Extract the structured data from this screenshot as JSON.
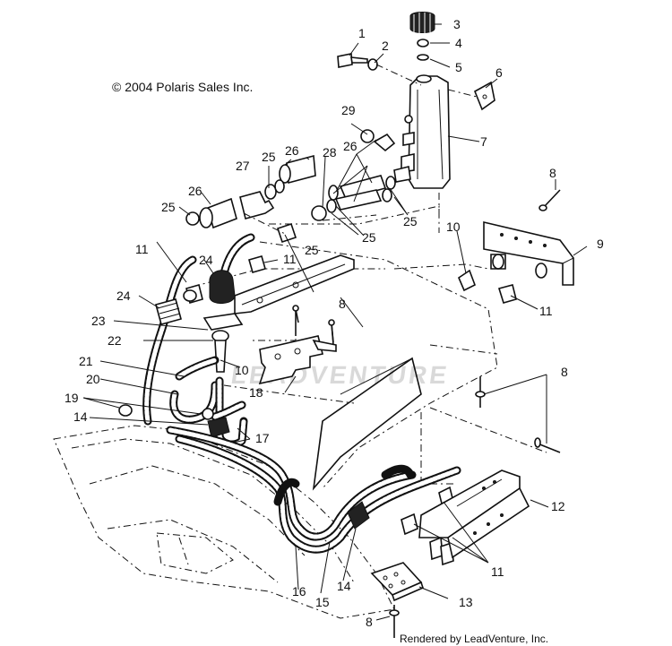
{
  "copyright": "© 2004 Polaris Sales Inc.",
  "rendered_by": "Rendered by LeadVenture, Inc.",
  "watermark": "LEADVENTURE",
  "callouts": {
    "c1": "1",
    "c2": "2",
    "c3": "3",
    "c4": "4",
    "c5": "5",
    "c6": "6",
    "c7": "7",
    "c8a": "8",
    "c8b": "8",
    "c8c": "8",
    "c8d": "8",
    "c9": "9",
    "c10a": "10",
    "c10b": "10",
    "c11a": "11",
    "c11b": "11",
    "c11c": "11",
    "c11d": "11",
    "c12": "12",
    "c13": "13",
    "c14a": "14",
    "c14b": "14",
    "c15": "15",
    "c16": "16",
    "c17": "17",
    "c18": "18",
    "c19": "19",
    "c20": "20",
    "c21": "21",
    "c22": "22",
    "c23": "23",
    "c24a": "24",
    "c24b": "24",
    "c25a": "25",
    "c25b": "25",
    "c25c": "25",
    "c25d": "25",
    "c25e": "25",
    "c26a": "26",
    "c26b": "26",
    "c26c": "26",
    "c27": "27",
    "c28": "28",
    "c29": "29"
  }
}
